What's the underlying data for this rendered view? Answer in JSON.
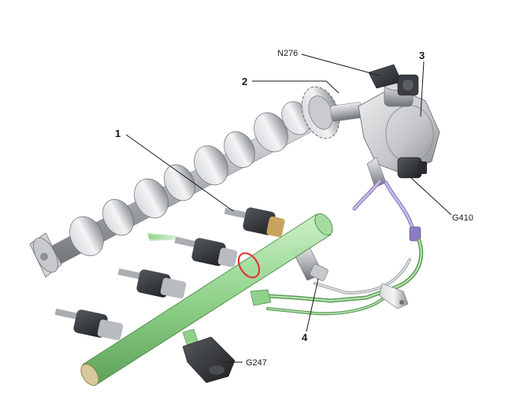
{
  "callouts": {
    "c1": "1",
    "c2": "2",
    "c3": "3",
    "c4": "4",
    "n276": "N276",
    "g410": "G410",
    "g247": "G247"
  },
  "colors": {
    "fuel_rail_green": "#8fd18a",
    "rail_outline": "#4e8a4a",
    "highlight_ring": "#e0393b",
    "return_line_purple": "#9a86c8",
    "metal": "#a9acb0",
    "dark_part": "#2f3236"
  }
}
